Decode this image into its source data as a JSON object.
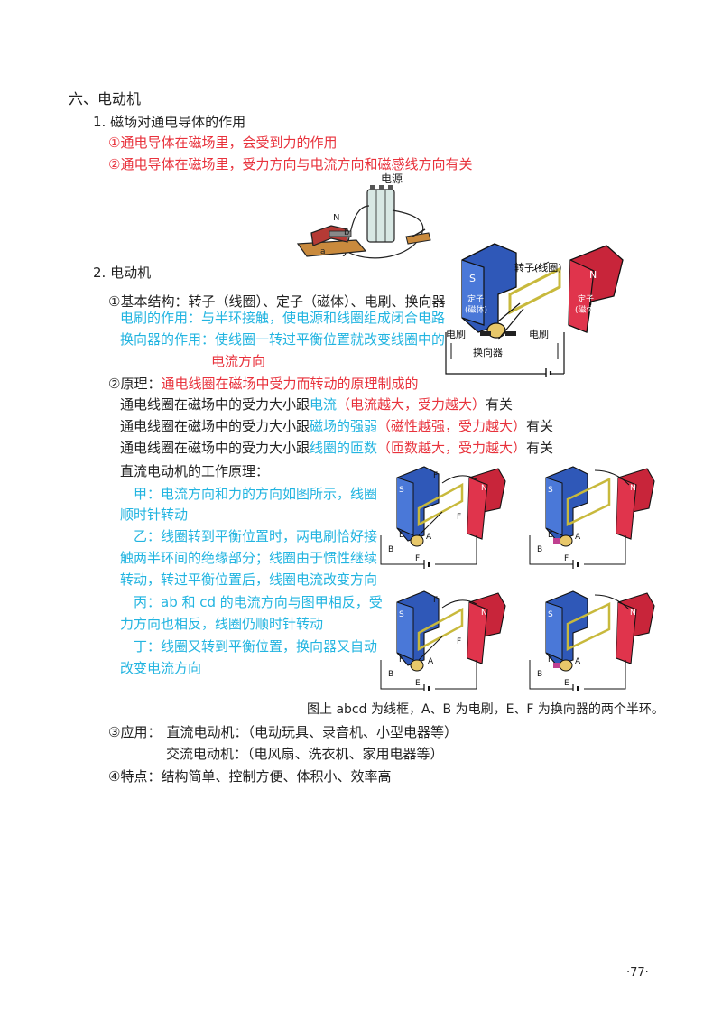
{
  "section": {
    "title": "六、电动机"
  },
  "part1": {
    "heading": "1. 磁场对通电导体的作用",
    "point1": "①通电导体在磁场里，会受到力的作用",
    "point2": "②通电导体在磁场里，受力方向与电流方向和磁感线方向有关"
  },
  "fig_power": {
    "power_label": "电源",
    "n_label": "N",
    "b_label": "b",
    "a_label": "a"
  },
  "part2": {
    "heading": "2. 电动机",
    "structure_prefix": "①基本结构：转子（线圈）、定子（磁体）、电刷、换向器",
    "brush_role": "电刷的作用：与半环接触，使电源和线圈组成闭合电路",
    "commutator_role_1": "换向器的作用：使线圈一转过平衡位置就改变线圈中的",
    "commutator_role_2": "电流方向",
    "principle_label": "②原理：",
    "principle_text": "通电线圈在磁场中受力而转动的原理制成的",
    "factor_prefix": "通电线圈在磁场中的受力大小跟",
    "factor1_key": "电流",
    "factor1_note": "（电流越大，受力越大）",
    "factor2_key": "磁场的强弱",
    "factor2_note": "（磁性越强，受力越大）",
    "factor3_key": "线圈的匝数",
    "factor3_note": "（匝数越大，受力越大）",
    "factor_suffix": "有关",
    "dc_heading": "直流电动机的工作原理：",
    "jia_1": "甲：电流方向和力的方向如图所示，线圈",
    "jia_2": "顺时针转动",
    "yi_1": "乙：线圈转到平衡位置时，两电刷恰好接",
    "yi_2": "触两半环间的绝缘部分；线圈由于惯性继续",
    "yi_3": "转动，转过平衡位置后，线圈电流改变方向",
    "bing_1": "丙：ab 和 cd 的电流方向与图甲相反，受",
    "bing_2": "力方向也相反，线圈仍顺时针转动",
    "ding_1": "丁：线圈又转到平衡位置，换向器又自动",
    "ding_2": "改变电流方向",
    "caption": "图上 abcd 为线框，A、B 为电刷，E、F 为换向器的两个半环。",
    "app_label": "③应用：",
    "app_dc": "直流电动机：（电动玩具、录音机、小型电器等）",
    "app_ac": "交流电动机：（电风扇、洗衣机、家用电器等）",
    "features": "④特点：结构简单、控制方便、体积小、效率高"
  },
  "motor_fig": {
    "s_label": "S",
    "n_label": "N",
    "rotor_label": "转子(线圈)",
    "stator_left": "定子\n(磁体)",
    "stator_right": "定子\n(磁体)",
    "brush_left": "电刷",
    "brush_right": "电刷",
    "commutator": "换向器"
  },
  "small_figs": {
    "s": "S",
    "n": "N",
    "f": "F",
    "a": "A",
    "b": "B",
    "e": "E"
  },
  "page_number": "·77·"
}
